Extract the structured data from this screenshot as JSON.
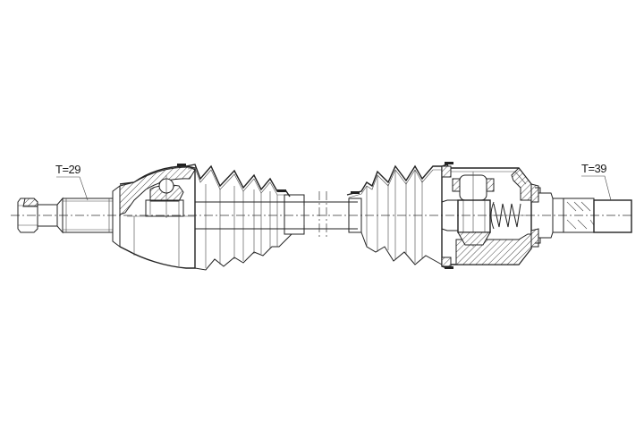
{
  "diagram": {
    "subject": "CV drive shaft (half shaft) assembly technical drawing",
    "background_color": "#ffffff",
    "line_color": "#222222",
    "labels": {
      "left_spline": "T=29",
      "right_spline": "T=39"
    },
    "components": [
      {
        "id": "outer-stub-shaft",
        "side": "left",
        "description": "Wheel-side splined stub with threaded end"
      },
      {
        "id": "outer-cv-joint",
        "side": "left",
        "description": "Fixed ball-type CV joint housing (sectioned)"
      },
      {
        "id": "outer-boot",
        "side": "left",
        "description": "Corrugated rubber boot with clamp bands"
      },
      {
        "id": "intermediate-shaft",
        "side": "center",
        "description": "Shaft with break marks"
      },
      {
        "id": "inner-boot",
        "side": "right",
        "description": "Corrugated rubber boot with clamp bands"
      },
      {
        "id": "inner-tripod-joint",
        "side": "right",
        "description": "Tripod plunging joint housing with spring (sectioned)"
      },
      {
        "id": "inner-stub-shaft",
        "side": "right",
        "description": "Gearbox-side splined stub"
      }
    ]
  }
}
